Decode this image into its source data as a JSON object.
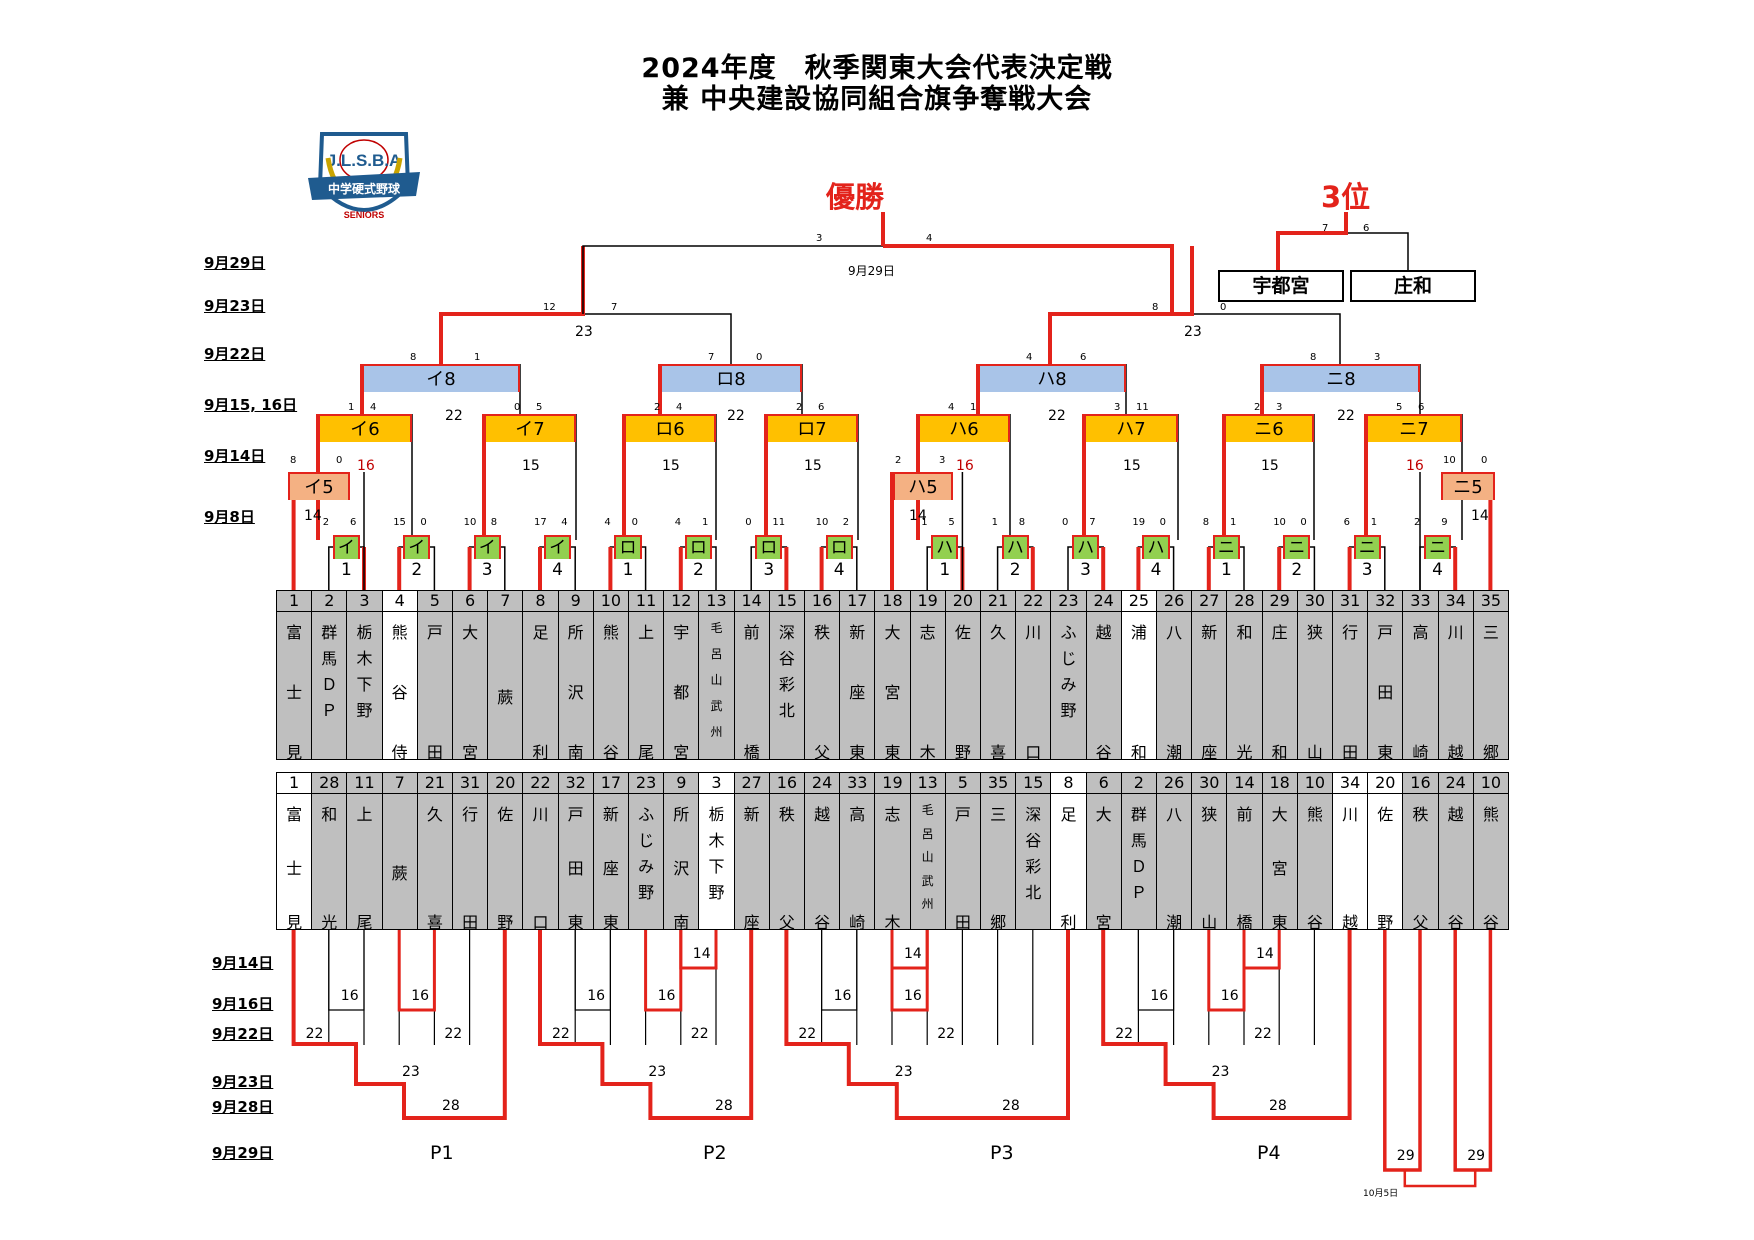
{
  "title": {
    "line1": "2024年度　秋季関東大会代表決定戦",
    "line2": "兼 中央建設協同組合旗争奪戦大会"
  },
  "logo": {
    "text": "J.L.S.B.A",
    "ribbon": "中学硬式野球",
    "bottom": "SENIORS"
  },
  "champion_label": "優勝",
  "third_label": "3位",
  "third_teams": [
    "宇都宮",
    "庄和"
  ],
  "upper_dates": [
    "9月29日",
    "9月23日",
    "9月22日",
    "9月15, 16日",
    "9月14日",
    "9月8日"
  ],
  "lower_dates": [
    "9月14日",
    "9月16日",
    "9月22日",
    "9月23日",
    "9月28日",
    "9月29日",
    "10月5日"
  ],
  "final_date": "9月29日",
  "final_scores": [
    "3",
    "4"
  ],
  "third_scores": [
    "7",
    "6"
  ],
  "semi": [
    {
      "scores": [
        "12",
        "7"
      ],
      "num": "23"
    },
    {
      "scores": [
        "8",
        "0"
      ],
      "num": "23"
    }
  ],
  "blocks": [
    {
      "name": "イ8",
      "scores": [
        "8",
        "1"
      ],
      "num": "22"
    },
    {
      "name": "ロ8",
      "scores": [
        "7",
        "0"
      ],
      "num": "22"
    },
    {
      "name": "ハ8",
      "scores": [
        "4",
        "6"
      ],
      "num": "22"
    },
    {
      "name": "ニ8",
      "scores": [
        "8",
        "3"
      ],
      "num": "22"
    }
  ],
  "quarter": [
    {
      "name": "イ6",
      "scores": [
        "1",
        "4"
      ],
      "num": "16",
      "red": true
    },
    {
      "name": "イ7",
      "scores": [
        "0",
        "5"
      ],
      "num": "15",
      "red": false
    },
    {
      "name": "ロ6",
      "scores": [
        "2",
        "4"
      ],
      "num": "15",
      "red": false
    },
    {
      "name": "ロ7",
      "scores": [
        "2",
        "6"
      ],
      "num": "15",
      "red": false
    },
    {
      "name": "ハ6",
      "scores": [
        "4",
        "1"
      ],
      "num": "16",
      "red": true
    },
    {
      "name": "ハ7",
      "scores": [
        "3",
        "11"
      ],
      "num": "15",
      "red": false
    },
    {
      "name": "ニ6",
      "scores": [
        "2",
        "3"
      ],
      "num": "15",
      "red": false
    },
    {
      "name": "ニ7",
      "scores": [
        "5",
        "6"
      ],
      "num": "16",
      "red": true
    }
  ],
  "prelim": [
    {
      "name": "イ5",
      "scores": [
        "8",
        "0"
      ],
      "num": "14"
    },
    {
      "name": "ハ5",
      "scores": [
        "2",
        "3"
      ],
      "num": "14"
    },
    {
      "name": "ニ5",
      "scores": [
        "10",
        "0"
      ],
      "num": "14"
    }
  ],
  "first_round": [
    {
      "name": "イ1",
      "scores": [
        "2",
        "6"
      ]
    },
    {
      "name": "イ2",
      "scores": [
        "15",
        "0"
      ]
    },
    {
      "name": "イ3",
      "scores": [
        "10",
        "8"
      ]
    },
    {
      "name": "イ4",
      "scores": [
        "17",
        "4"
      ]
    },
    {
      "name": "ロ1",
      "scores": [
        "4",
        "0"
      ]
    },
    {
      "name": "ロ2",
      "scores": [
        "4",
        "1"
      ]
    },
    {
      "name": "ロ3",
      "scores": [
        "0",
        "11"
      ]
    },
    {
      "name": "ロ4",
      "scores": [
        "10",
        "2"
      ]
    },
    {
      "name": "ハ1",
      "scores": [
        "1",
        "5"
      ]
    },
    {
      "name": "ハ2",
      "scores": [
        "1",
        "8"
      ]
    },
    {
      "name": "ハ3",
      "scores": [
        "0",
        "7"
      ]
    },
    {
      "name": "ハ4",
      "scores": [
        "19",
        "0"
      ]
    },
    {
      "name": "ニ1",
      "scores": [
        "8",
        "1"
      ]
    },
    {
      "name": "ニ2",
      "scores": [
        "10",
        "0"
      ]
    },
    {
      "name": "ニ3",
      "scores": [
        "6",
        "1"
      ]
    },
    {
      "name": "ニ4",
      "scores": [
        "2",
        "9"
      ]
    }
  ],
  "teams_upper": [
    {
      "no": "1",
      "name": "富士見",
      "white": false
    },
    {
      "no": "2",
      "name": "群馬ＤＰ",
      "white": false
    },
    {
      "no": "3",
      "name": "栃木下野",
      "white": false
    },
    {
      "no": "4",
      "name": "熊谷侍",
      "white": true
    },
    {
      "no": "5",
      "name": "戸田",
      "white": false
    },
    {
      "no": "6",
      "name": "大宮",
      "white": false
    },
    {
      "no": "7",
      "name": "蕨",
      "white": false
    },
    {
      "no": "8",
      "name": "足利",
      "white": false
    },
    {
      "no": "9",
      "name": "所沢南",
      "white": false
    },
    {
      "no": "10",
      "name": "熊谷",
      "white": false
    },
    {
      "no": "11",
      "name": "上尾",
      "white": false
    },
    {
      "no": "12",
      "name": "宇都宮",
      "white": false
    },
    {
      "no": "13",
      "name": "毛呂山武州",
      "white": false
    },
    {
      "no": "14",
      "name": "前橋",
      "white": false
    },
    {
      "no": "15",
      "name": "深谷彩北",
      "white": false
    },
    {
      "no": "16",
      "name": "秩父",
      "white": false
    },
    {
      "no": "17",
      "name": "新座東",
      "white": false
    },
    {
      "no": "18",
      "name": "大宮東",
      "white": false
    },
    {
      "no": "19",
      "name": "志木",
      "white": false
    },
    {
      "no": "20",
      "name": "佐野",
      "white": false
    },
    {
      "no": "21",
      "name": "久喜",
      "white": false
    },
    {
      "no": "22",
      "name": "川口",
      "white": false
    },
    {
      "no": "23",
      "name": "ふじみ野",
      "white": false
    },
    {
      "no": "24",
      "name": "越谷",
      "white": false
    },
    {
      "no": "25",
      "name": "浦和",
      "white": true
    },
    {
      "no": "26",
      "name": "八潮",
      "white": false
    },
    {
      "no": "27",
      "name": "新座",
      "white": false
    },
    {
      "no": "28",
      "name": "和光",
      "white": false
    },
    {
      "no": "29",
      "name": "庄和",
      "white": false
    },
    {
      "no": "30",
      "name": "狭山",
      "white": false
    },
    {
      "no": "31",
      "name": "行田",
      "white": false
    },
    {
      "no": "32",
      "name": "戸田東",
      "white": false
    },
    {
      "no": "33",
      "name": "高崎",
      "white": false
    },
    {
      "no": "34",
      "name": "川越",
      "white": false
    },
    {
      "no": "35",
      "name": "三郷",
      "white": false
    }
  ],
  "teams_lower": [
    {
      "no": "1",
      "name": "富士見",
      "white": true
    },
    {
      "no": "28",
      "name": "和光",
      "white": false
    },
    {
      "no": "11",
      "name": "上尾",
      "white": false
    },
    {
      "no": "7",
      "name": "蕨",
      "white": false
    },
    {
      "no": "21",
      "name": "久喜",
      "white": false
    },
    {
      "no": "31",
      "name": "行田",
      "white": false
    },
    {
      "no": "20",
      "name": "佐野",
      "white": false
    },
    {
      "no": "22",
      "name": "川口",
      "white": false
    },
    {
      "no": "32",
      "name": "戸田東",
      "white": false
    },
    {
      "no": "17",
      "name": "新座東",
      "white": false
    },
    {
      "no": "23",
      "name": "ふじみ野",
      "white": false
    },
    {
      "no": "9",
      "name": "所沢南",
      "white": false
    },
    {
      "no": "3",
      "name": "栃木下野",
      "white": true
    },
    {
      "no": "27",
      "name": "新座",
      "white": false
    },
    {
      "no": "16",
      "name": "秩父",
      "white": false
    },
    {
      "no": "24",
      "name": "越谷",
      "white": false
    },
    {
      "no": "33",
      "name": "高崎",
      "white": false
    },
    {
      "no": "19",
      "name": "志木",
      "white": false
    },
    {
      "no": "13",
      "name": "毛呂山武州",
      "white": false
    },
    {
      "no": "5",
      "name": "戸田",
      "white": false
    },
    {
      "no": "35",
      "name": "三郷",
      "white": false
    },
    {
      "no": "15",
      "name": "深谷彩北",
      "white": false
    },
    {
      "no": "8",
      "name": "足利",
      "white": true
    },
    {
      "no": "6",
      "name": "大宮",
      "white": false
    },
    {
      "no": "2",
      "name": "群馬ＤＰ",
      "white": false
    },
    {
      "no": "26",
      "name": "八潮",
      "white": false
    },
    {
      "no": "30",
      "name": "狭山",
      "white": false
    },
    {
      "no": "14",
      "name": "前橋",
      "white": false
    },
    {
      "no": "18",
      "name": "大宮東",
      "white": false
    },
    {
      "no": "10",
      "name": "熊谷",
      "white": false
    },
    {
      "no": "34",
      "name": "川越",
      "white": true
    },
    {
      "no": "20",
      "name": "佐野",
      "white": true
    },
    {
      "no": "16",
      "name": "秩父",
      "white": false
    },
    {
      "no": "24",
      "name": "越谷",
      "white": false
    },
    {
      "no": "10",
      "name": "熊谷",
      "white": false
    }
  ],
  "places": [
    "P1",
    "P2",
    "P3",
    "P4"
  ],
  "lower_nums": {
    "r14": "14",
    "r16": "16",
    "r22": "22",
    "r23": "23",
    "r28": "28",
    "r29": "29"
  }
}
